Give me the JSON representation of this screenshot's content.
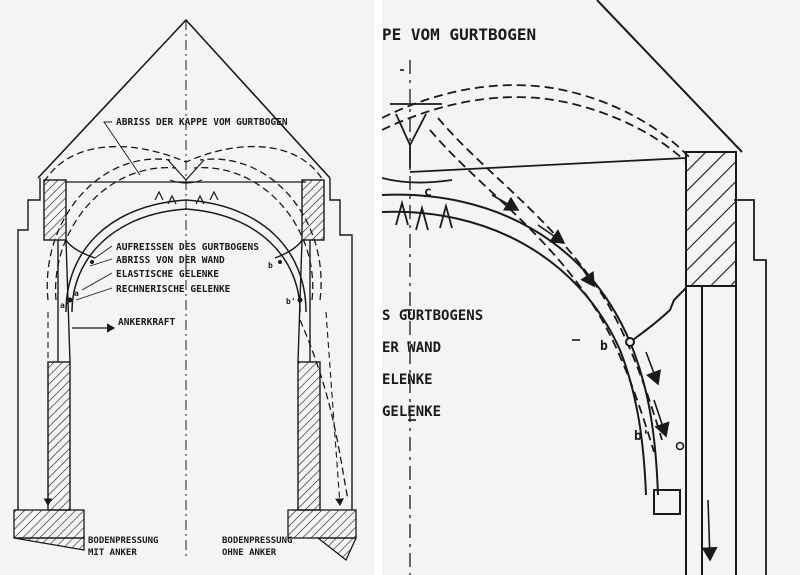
{
  "left": {
    "labels": {
      "kappe": "ABRISS DER KAPPE VOM GURTBOGEN",
      "aufreissen": "AUFREISSEN DES GURTBOGENS",
      "abriss_wand": "ABRISS VON DER WAND",
      "elastische": "ELASTISCHE GELENKE",
      "rechnerische": "RECHNERISCHE GELENKE",
      "ankerkraft": "ANKERKRAFT",
      "bp_mit_1": "BODENPRESSUNG",
      "bp_mit_2": "MIT ANKER",
      "bp_ohne_1": "BODENPRESSUNG",
      "bp_ohne_2": "OHNE ANKER",
      "hinge_a": "a",
      "hinge_a2": "a'",
      "hinge_b": "b",
      "hinge_b2": "b'"
    }
  },
  "right": {
    "labels": {
      "top": "PE VOM GURTBOGEN",
      "line1": "S GURTBOGENS",
      "line2": "ER WAND",
      "line3": "ELENKE",
      "line4": "GELENKE",
      "hinge_c": "c",
      "hinge_b": "b",
      "hinge_b2": "b'"
    }
  },
  "colors": {
    "ink": "#1a1a1a",
    "paper": "#f4f4f2"
  }
}
